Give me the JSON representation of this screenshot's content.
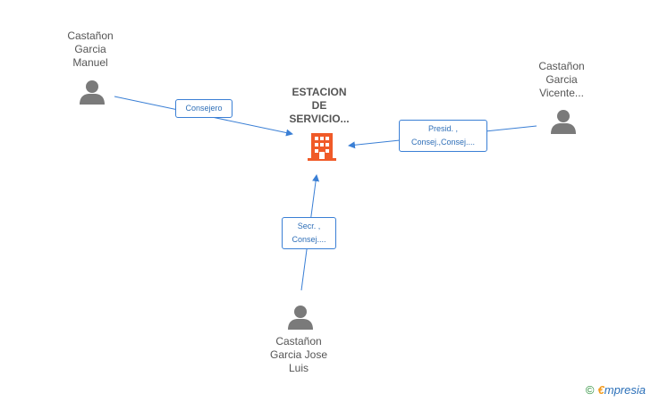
{
  "nodes": {
    "company": {
      "name_lines": [
        "ESTACION",
        "DE",
        "SERVICIO..."
      ],
      "color": "#f05a28"
    },
    "manuel": {
      "name_lines": [
        "Castañon",
        "Garcia",
        "Manuel"
      ]
    },
    "vicente": {
      "name_lines": [
        "Castañon",
        "Garcia",
        "Vicente..."
      ]
    },
    "jose_luis": {
      "name_lines": [
        "Castañon",
        "Garcia Jose",
        "Luis"
      ]
    }
  },
  "edges": {
    "manuel": {
      "label_lines": [
        "Consejero"
      ]
    },
    "vicente": {
      "label_lines": [
        "Presid. ,",
        "Consej.,Consej...."
      ]
    },
    "jose_luis": {
      "label_lines": [
        "Secr. ,",
        "Consej...."
      ]
    }
  },
  "colors": {
    "edge": "#3a7fd5",
    "person_icon": "#7a7a7a"
  },
  "footer": {
    "copyright_symbol": "©",
    "brand_first": "€",
    "brand_rest": "mpresia"
  }
}
